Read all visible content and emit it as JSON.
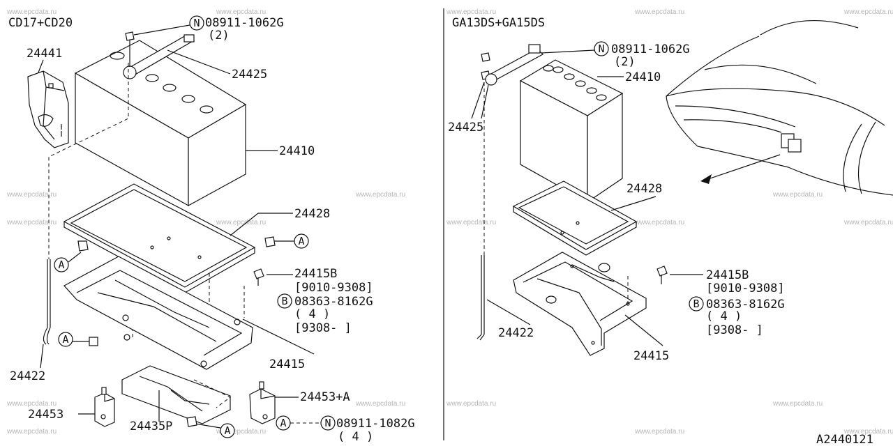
{
  "watermark": "www.epcdata.ru",
  "left_panel": {
    "title": "CD17+CD20",
    "labels": {
      "p24441": "24441",
      "p24425": "24425",
      "p24410": "24410",
      "p24428": "24428",
      "p24415B": "24415B",
      "range1": "[9010-9308]",
      "bolt": "08363-8162G",
      "bolt_qty": "( 4 )",
      "range2": "[9308-     ]",
      "p24415": "24415",
      "p24422": "24422",
      "p24453": "24453",
      "p24453A": "24453+A",
      "p24435P": "24435P",
      "nut_top": "08911-1062G",
      "nut_top_qty": "(2)",
      "nut_bottom": "08911-1082G",
      "nut_bottom_qty": "( 4 )"
    },
    "markers": {
      "n": "N",
      "b": "B",
      "a": "A"
    }
  },
  "right_panel": {
    "title": "GA13DS+GA15DS",
    "labels": {
      "nut": "08911-1062G",
      "nut_qty": "(2)",
      "p24410": "24410",
      "p24425": "24425",
      "p24428": "24428",
      "p24415B": "24415B",
      "range1": "[9010-9308]",
      "bolt": "08363-8162G",
      "bolt_qty": "( 4 )",
      "range2": "[9308-     ]",
      "p24422": "24422",
      "p24415": "24415"
    },
    "markers": {
      "n": "N",
      "b": "B"
    }
  },
  "diagram_code": "A2440121"
}
